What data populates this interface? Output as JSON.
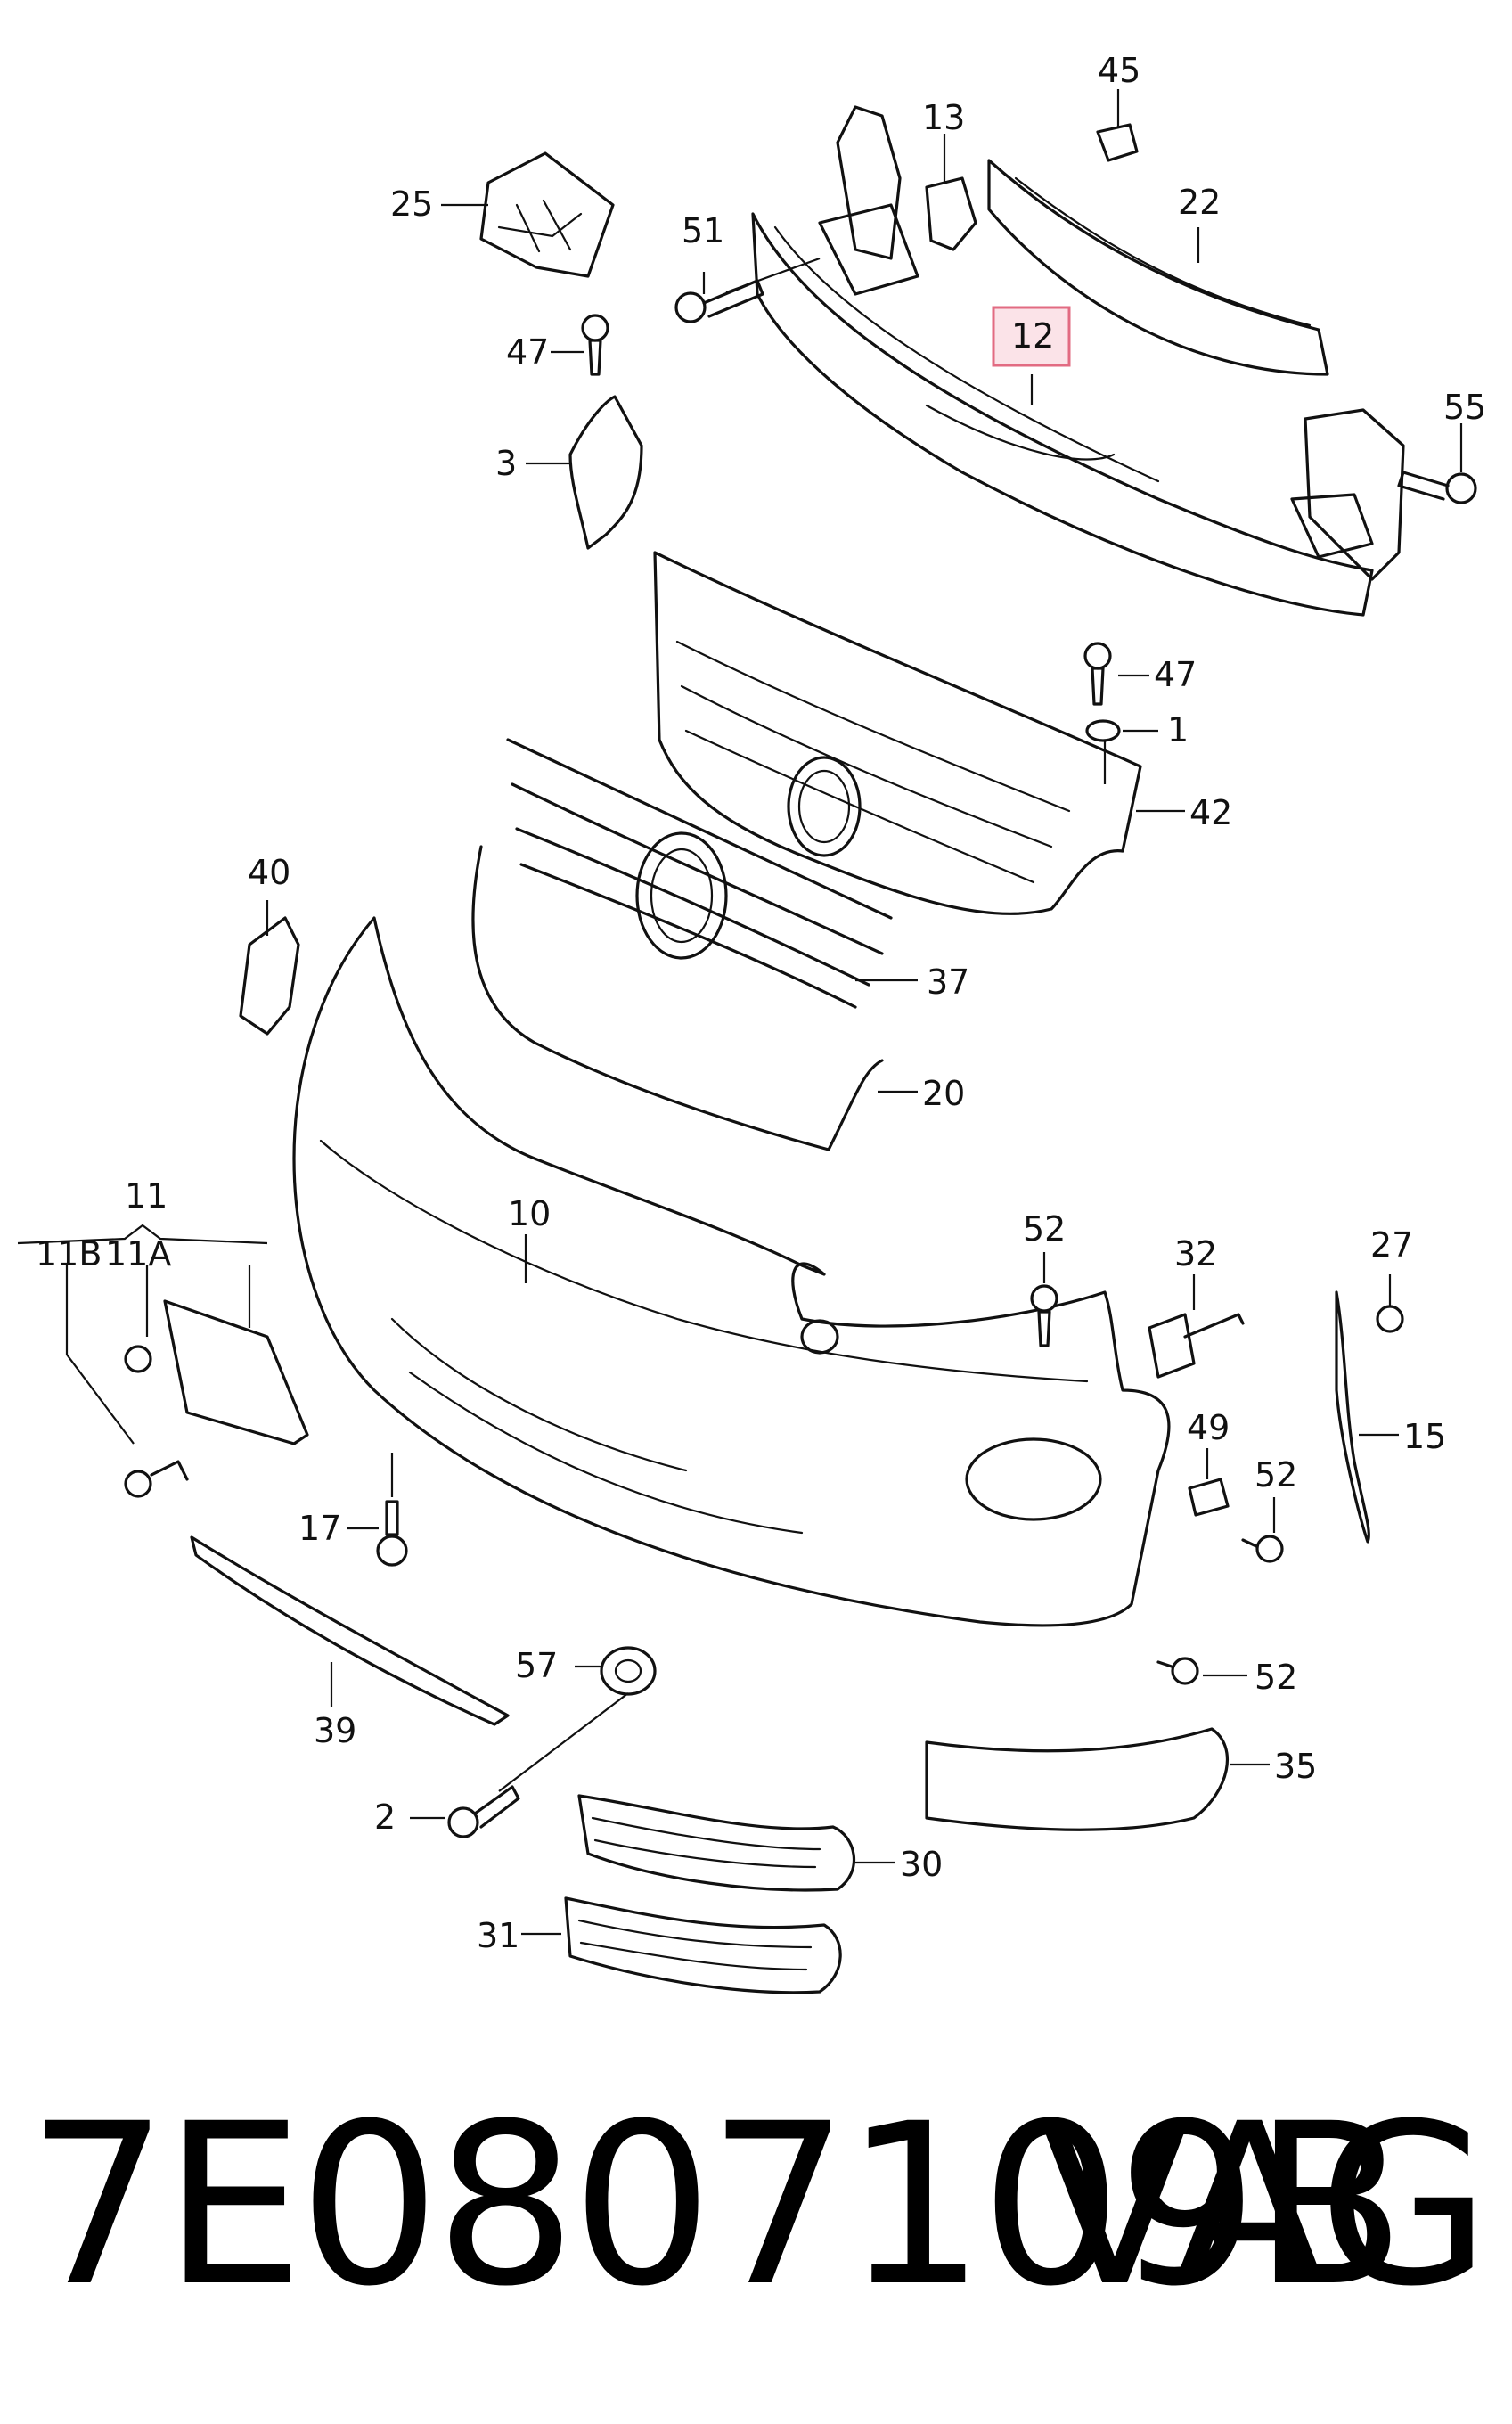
{
  "callouts": {
    "c45": "45",
    "c13": "13",
    "c22": "22",
    "c25": "25",
    "c51": "51",
    "c12": "12",
    "c47a": "47",
    "c55": "55",
    "c3": "3",
    "c47b": "47",
    "c1": "1",
    "c42": "42",
    "c40": "40",
    "c37": "37",
    "c20": "20",
    "c11": "11",
    "c11b": "11B",
    "c11a": "11A",
    "c10": "10",
    "c52a": "52",
    "c32": "32",
    "c27": "27",
    "c15": "15",
    "c49": "49",
    "c52b": "52",
    "c17": "17",
    "c57": "57",
    "c52c": "52",
    "c39": "39",
    "c35": "35",
    "c2": "2",
    "c30": "30",
    "c31": "31"
  },
  "highlighted_callout": "12",
  "colors": {
    "highlight_fill": "#fbe3e8",
    "highlight_stroke": "#e26b82",
    "line": "#111111"
  },
  "footer": {
    "part_number": "7E0807109B",
    "brand": "VAG"
  }
}
